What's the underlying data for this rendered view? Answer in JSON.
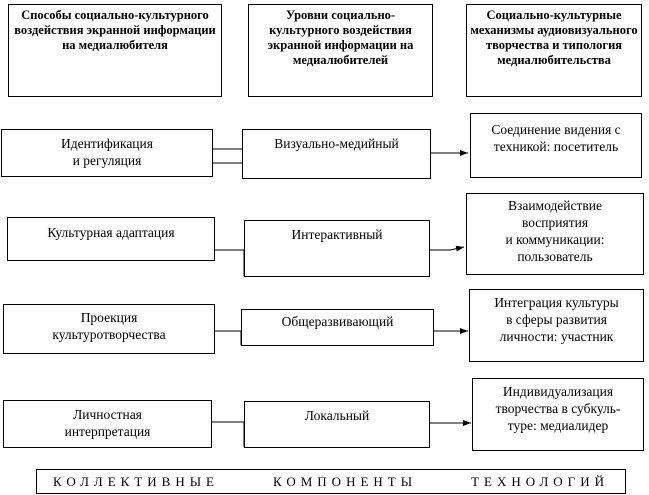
{
  "headers": {
    "col1": "Способы социально-культурного воздействия экранной информации на медиалюбителя",
    "col2": "Уровни социально-культурного воздействия экранной информации на медиалюбителей",
    "col3": "Социально-культурные механизмы аудиовизуального творчества и типология медиалюбительства"
  },
  "rows": [
    {
      "method": "Идентификация\nи регуляция",
      "level": "Визуально-медийный",
      "mechanism": "Соединение видения с\nтехникой: посетитель"
    },
    {
      "method": "Культурная адаптация",
      "level": "Интерактивный",
      "mechanism": "Взаимодействие\nвосприятия\nи коммуникации:\nпользователь"
    },
    {
      "method": "Проекция\nкультуротворчества",
      "level": "Общеразвивающий",
      "mechanism": "Интеграция культуры\nв сферы развития\nличности: участник"
    },
    {
      "method": "Личностная\nинтерпретация",
      "level": "Локальный",
      "mechanism": "Индивидуализация\nтворчества в субкуль-\nтуре: медиалидер"
    }
  ],
  "footer": {
    "word1": "КОЛЛЕКТИВНЫЕ",
    "word2": "КОМПОНЕНТЫ",
    "word3": "ТЕХНОЛОГИЙ"
  }
}
